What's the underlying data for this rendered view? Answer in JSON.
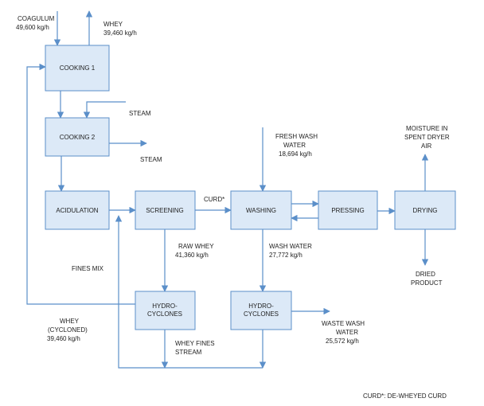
{
  "colors": {
    "box_fill": "#dce9f7",
    "box_stroke": "#5b8fc9",
    "arrow": "#5b8fc9",
    "text": "#222222"
  },
  "nodes": {
    "cooking1": [
      "COOKING 1"
    ],
    "cooking2": [
      "COOKING 2"
    ],
    "acidulation": [
      "ACIDULATION"
    ],
    "screening": [
      "SCREENING"
    ],
    "washing": [
      "WASHING"
    ],
    "pressing": [
      "PRESSING"
    ],
    "drying": [
      "DRYING"
    ],
    "hydro1": [
      "HYDRO-",
      "CYCLONES"
    ],
    "hydro2": [
      "HYDRO-",
      "CYCLONES"
    ]
  },
  "labels": {
    "coagulum": [
      "COAGULUM",
      "49,600 kg/h"
    ],
    "whey_top": [
      "WHEY",
      "39,460 kg/h"
    ],
    "steam_in": [
      "STEAM"
    ],
    "steam_out": [
      "STEAM"
    ],
    "curd": [
      "CURD*"
    ],
    "fresh_wash": [
      "FRESH WASH",
      "WATER",
      "18,694 kg/h"
    ],
    "moisture": [
      "MOISTURE IN",
      "SPENT DRYER",
      "AIR"
    ],
    "raw_whey": [
      "RAW WHEY",
      "41,360 kg/h"
    ],
    "wash_water": [
      "WASH WATER",
      "27,772 kg/h"
    ],
    "fines_mix": [
      "FINES MIX"
    ],
    "dried": [
      "DRIED",
      "PRODUCT"
    ],
    "whey_cycloned": [
      "WHEY",
      "(CYCLONED)",
      "39,460 kg/h"
    ],
    "whey_fines": [
      "WHEY FINES",
      "STREAM"
    ],
    "waste_wash": [
      "WASTE WASH",
      "WATER",
      "25,572 kg/h"
    ],
    "footnote": [
      "CURD*: DE-WHEYED CURD"
    ]
  }
}
